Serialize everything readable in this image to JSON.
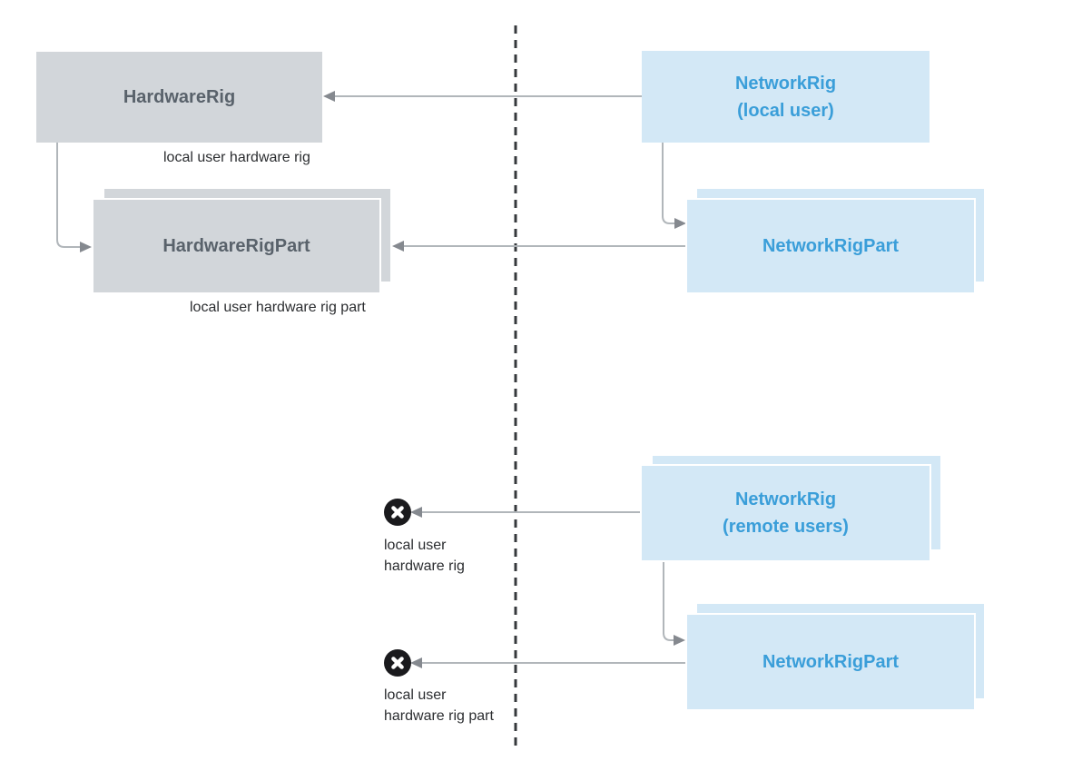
{
  "diagram": {
    "left_column": {
      "hardware_rig": {
        "title": "HardwareRig",
        "caption": "local user hardware rig"
      },
      "hardware_rig_part": {
        "title": "HardwareRigPart",
        "caption": "local user hardware rig part"
      }
    },
    "right_column": {
      "network_rig_local": {
        "title_line1": "NetworkRig",
        "title_line2": "(local user)"
      },
      "network_rig_part_top": {
        "title": "NetworkRigPart"
      },
      "network_rig_remote": {
        "title_line1": "NetworkRig",
        "title_line2": "(remote users)"
      },
      "network_rig_part_bottom": {
        "title": "NetworkRigPart"
      }
    },
    "blocked": {
      "rig": {
        "icon": "x-circle-icon",
        "label_line1": "local user",
        "label_line2": "hardware rig"
      },
      "rig_part": {
        "icon": "x-circle-icon",
        "label_line1": "local user",
        "label_line2": "hardware rig part"
      }
    },
    "colors": {
      "hardware_box_fill": "#d2d6da",
      "hardware_text": "#59626b",
      "network_box_fill": "#d3e8f6",
      "network_text": "#3a9ed9",
      "connector_line": "#b1b6ba",
      "connector_arrowhead": "#85898f",
      "divider_dash": "#36393c",
      "blocked_icon_bg": "#1a1a1d",
      "label_text": "#2b2d30",
      "background": "#ffffff"
    }
  }
}
